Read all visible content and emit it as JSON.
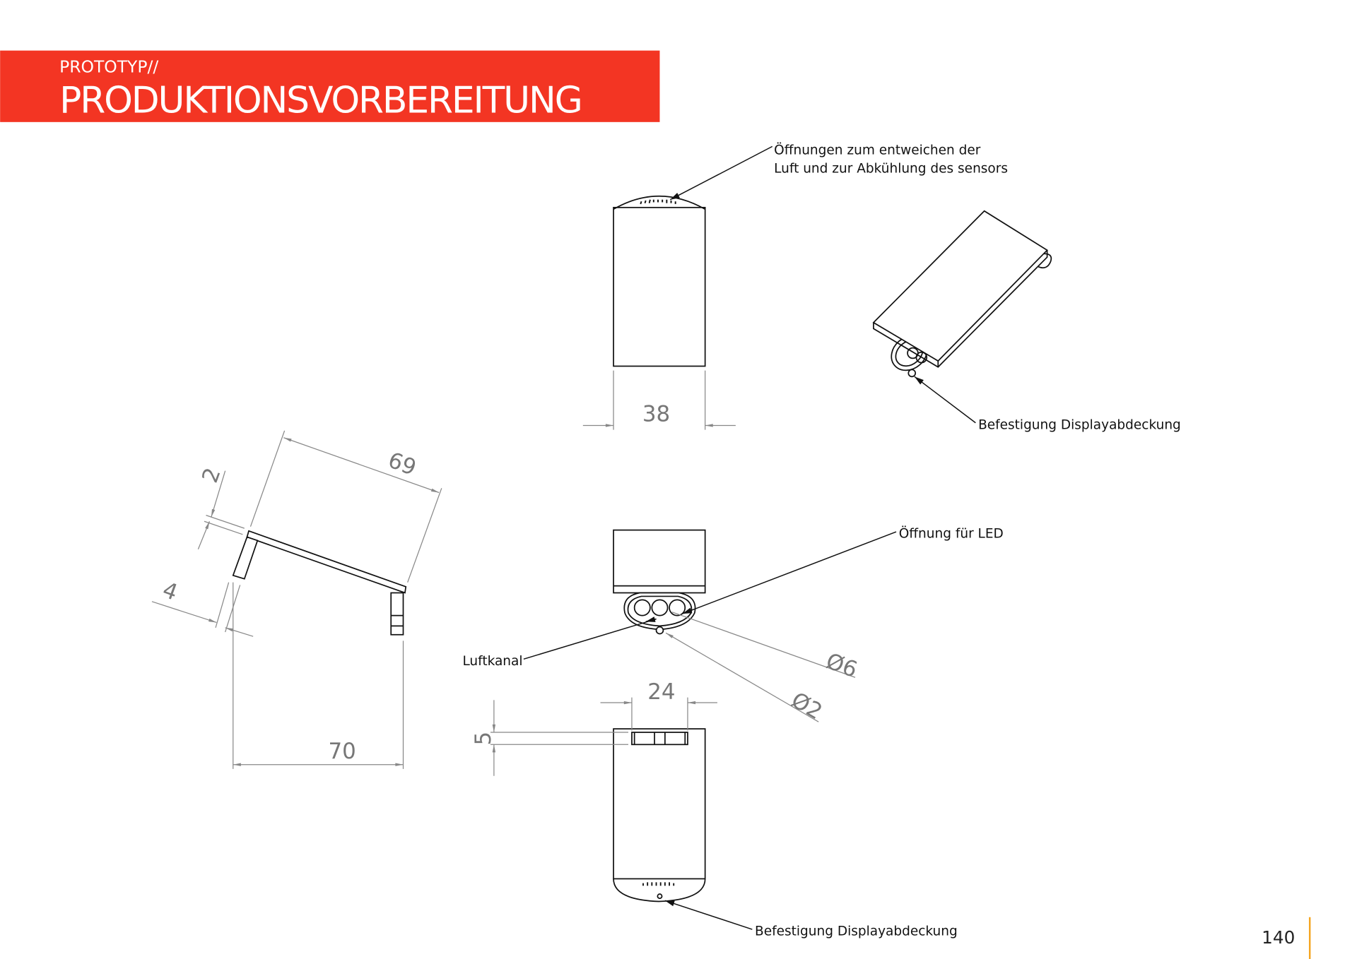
{
  "header": {
    "subtitle": "PROTOTYP//",
    "title": "PRODUKTIONSVORBEREITUNG",
    "color": "#f33523"
  },
  "annotations": {
    "vents_line1": "Öffnungen zum entweichen der",
    "vents_line2": "Luft und zur Abkühlung des sensors",
    "mount_top": "Befestigung Displayabdeckung",
    "led_opening": "Öffnung für LED",
    "air_channel": "Luftkanal",
    "mount_bottom": "Befestigung Displayabdeckung"
  },
  "dimensions": {
    "width_top": "38",
    "length_side": "69",
    "thickness": "2",
    "leg": "4",
    "span": "70",
    "slot_width": "24",
    "slot_height": "5",
    "dia_led": "Ø6",
    "dia_mount": "Ø2"
  },
  "page": {
    "number": "140",
    "accent": "#f5a623"
  }
}
